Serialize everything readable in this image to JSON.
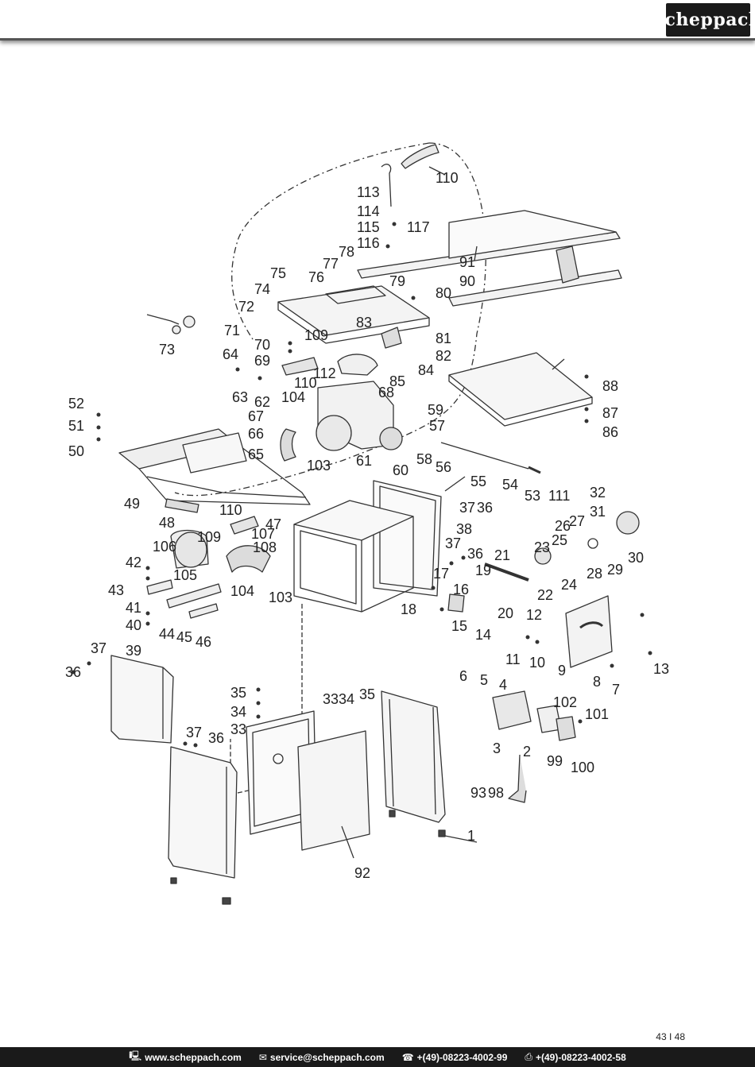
{
  "header": {
    "brand": "scheppach"
  },
  "diagram": {
    "labels": [
      "110",
      "113",
      "114",
      "115",
      "116",
      "117",
      "91",
      "90",
      "75",
      "77",
      "76",
      "78",
      "79",
      "74",
      "80",
      "72",
      "83",
      "81",
      "71",
      "109",
      "70",
      "82",
      "69",
      "112",
      "84",
      "73",
      "64",
      "85",
      "110",
      "88",
      "63",
      "62",
      "104",
      "68",
      "52",
      "59",
      "87",
      "51",
      "67",
      "57",
      "86",
      "66",
      "50",
      "65",
      "103",
      "61",
      "58",
      "56",
      "60",
      "55",
      "54",
      "53",
      "111",
      "49",
      "36",
      "37",
      "32",
      "31",
      "48",
      "110",
      "38",
      "47",
      "109",
      "26",
      "27",
      "106",
      "25",
      "107",
      "108",
      "30",
      "37",
      "36",
      "23",
      "28",
      "29",
      "42",
      "105",
      "21",
      "104",
      "103",
      "17",
      "19",
      "24",
      "43",
      "22",
      "16",
      "41",
      "18",
      "20",
      "12",
      "40",
      "15",
      "14",
      "44",
      "45",
      "46",
      "11",
      "10",
      "36",
      "37",
      "39",
      "9",
      "13",
      "8",
      "7",
      "6",
      "5",
      "4",
      "35",
      "102",
      "34",
      "33",
      "34",
      "35",
      "101",
      "33",
      "3",
      "2",
      "99",
      "100",
      "37",
      "36",
      "93",
      "98",
      "1",
      "92"
    ]
  },
  "page": {
    "number": "43 I 48"
  },
  "footer": {
    "website": "www.scheppach.com",
    "email": "service@scheppach.com",
    "phone": "+(49)-08223-4002-99",
    "fax": "+(49)-08223-4002-58"
  }
}
